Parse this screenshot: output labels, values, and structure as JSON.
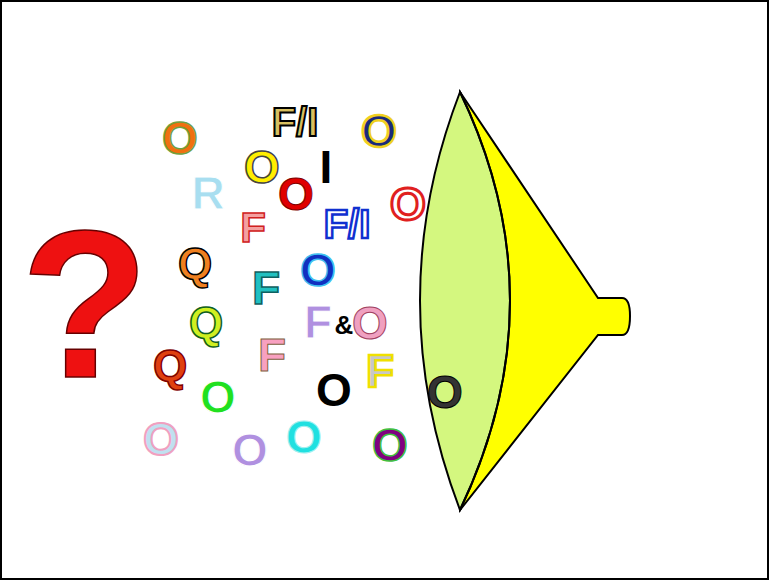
{
  "diagram": {
    "labels": [
      "?",
      "O",
      "F/I",
      "O",
      "O",
      "I",
      "O",
      "R",
      "F",
      "F/I",
      "O",
      "Q",
      "F",
      "O",
      "Q",
      "F",
      "&",
      "O",
      "Q",
      "F",
      "F",
      "O",
      "O",
      "O",
      "O",
      "O",
      "O",
      "O"
    ]
  }
}
